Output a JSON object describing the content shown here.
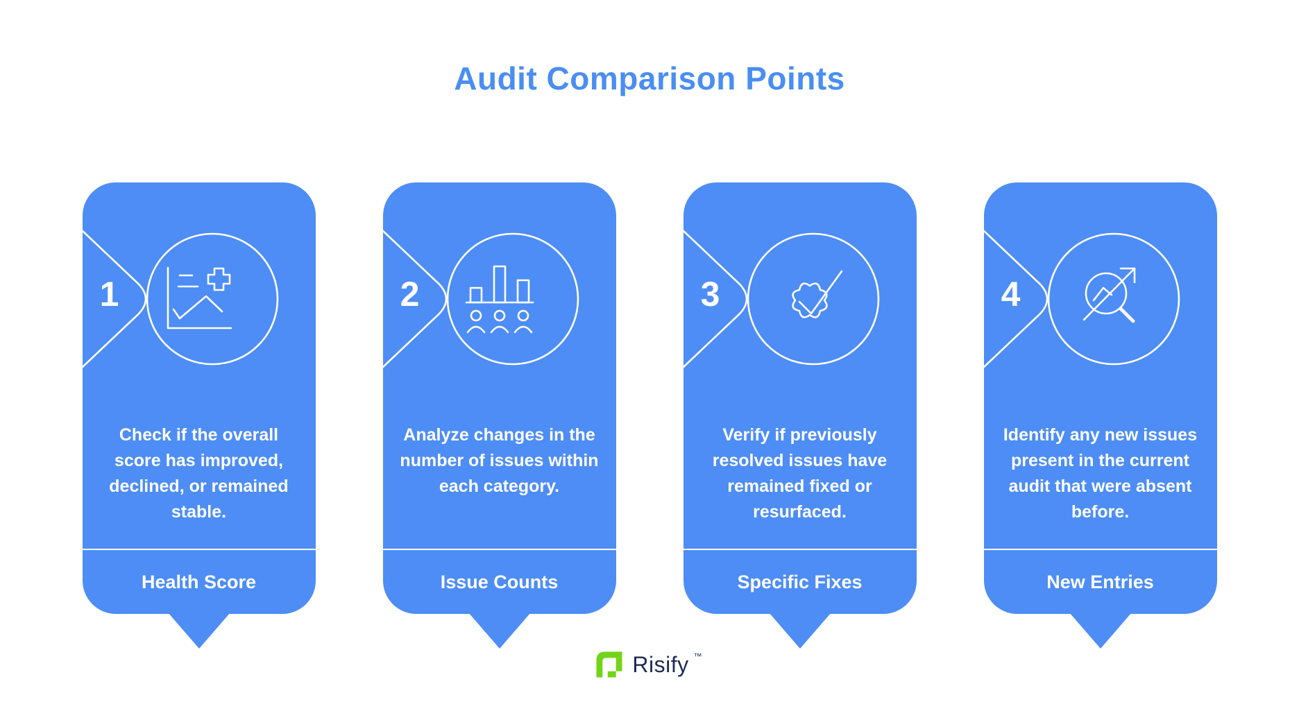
{
  "title": "Audit Comparison Points",
  "colors": {
    "card_blue": "#4d8df5",
    "title_blue": "#4a8ef2",
    "logo_green": "#72d417",
    "logo_navy": "#1d2b52",
    "line_white": "#ffffff"
  },
  "cards": [
    {
      "number": "1",
      "icon": "health-report-chart-icon",
      "description": "Check if the overall score has improved, declined, or remained stable.",
      "label": "Health Score"
    },
    {
      "number": "2",
      "icon": "bar-chart-people-icon",
      "description": "Analyze changes in the number of issues within each category.",
      "label": "Issue Counts"
    },
    {
      "number": "3",
      "icon": "badge-checkmark-icon",
      "description": "Verify if previously resolved issues have remained fixed or resurfaced.",
      "label": "Specific Fixes"
    },
    {
      "number": "4",
      "icon": "magnifier-trend-arrow-icon",
      "description": "Identify any new issues present in the current audit that were absent before.",
      "label": "New Entries"
    }
  ],
  "logo": {
    "text": "Risify",
    "tm": "TM"
  }
}
